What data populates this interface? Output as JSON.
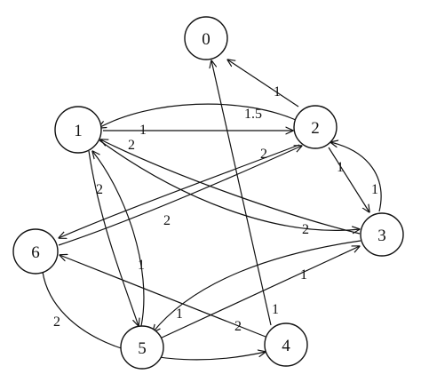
{
  "graph": {
    "nodes": [
      {
        "id": "0",
        "label": "0"
      },
      {
        "id": "1",
        "label": "1"
      },
      {
        "id": "2",
        "label": "2"
      },
      {
        "id": "3",
        "label": "3"
      },
      {
        "id": "4",
        "label": "4"
      },
      {
        "id": "5",
        "label": "5"
      },
      {
        "id": "6",
        "label": "6"
      }
    ],
    "edges": [
      {
        "from": "2",
        "to": "0",
        "weight": "1"
      },
      {
        "from": "4",
        "to": "0",
        "weight": "1"
      },
      {
        "from": "2",
        "to": "1",
        "weight": "1.5"
      },
      {
        "from": "1",
        "to": "2",
        "weight": "1"
      },
      {
        "from": "3",
        "to": "1",
        "weight": "2"
      },
      {
        "from": "1",
        "to": "3",
        "weight": "2"
      },
      {
        "from": "1",
        "to": "5",
        "weight": "2"
      },
      {
        "from": "5",
        "to": "1",
        "weight": "1"
      },
      {
        "from": "2",
        "to": "6",
        "weight": "2"
      },
      {
        "from": "6",
        "to": "2",
        "weight": "2"
      },
      {
        "from": "2",
        "to": "3",
        "weight": "1"
      },
      {
        "from": "3",
        "to": "2",
        "weight": "1"
      },
      {
        "from": "5",
        "to": "3",
        "weight": "1"
      },
      {
        "from": "3",
        "to": "5",
        "weight": "1"
      },
      {
        "from": "4",
        "to": "6",
        "weight": "2"
      },
      {
        "from": "6",
        "to": "4",
        "weight": "2"
      }
    ]
  }
}
